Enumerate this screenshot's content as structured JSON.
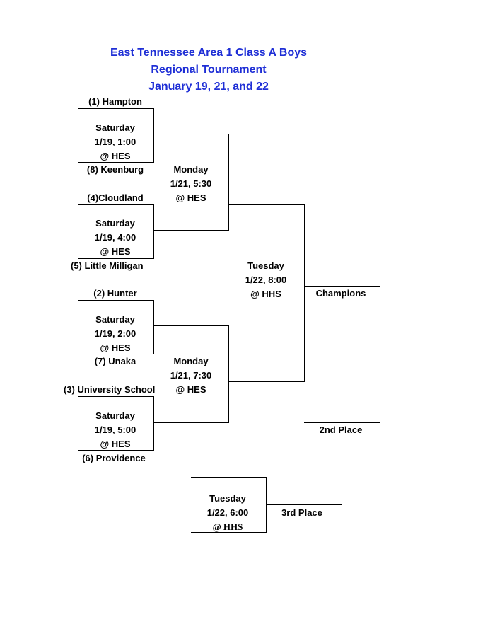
{
  "title": {
    "line1": "East Tennessee Area 1 Class A Boys",
    "line2": "Regional Tournament",
    "line3": "January 19, 21, and 22"
  },
  "colors": {
    "title": "#1f2fd6",
    "lines": "#000000"
  },
  "teams": {
    "t1": "(1) Hampton",
    "t8": "(8) Keenburg",
    "t4": "(4)Cloudland",
    "t5": "(5) Little Milligan",
    "t2": "(2) Hunter",
    "t7": "(7) Unaka",
    "t3": "(3) University School",
    "t6": "(6) Providence"
  },
  "games": {
    "r1_a": {
      "day": "Saturday",
      "time": "1/19, 1:00",
      "site": "@ HES"
    },
    "r1_b": {
      "day": "Saturday",
      "time": "1/19, 4:00",
      "site": "@ HES"
    },
    "r1_c": {
      "day": "Saturday",
      "time": "1/19, 2:00",
      "site": "@ HES"
    },
    "r1_d": {
      "day": "Saturday",
      "time": "1/19, 5:00",
      "site": "@ HES"
    },
    "semi_a": {
      "day": "Monday",
      "time": "1/21, 5:30",
      "site": "@ HES"
    },
    "semi_b": {
      "day": "Monday",
      "time": "1/21, 7:30",
      "site": "@ HES"
    },
    "final": {
      "day": "Tuesday",
      "time": "1/22, 8:00",
      "site": "@ HHS"
    },
    "third": {
      "day": "Tuesday",
      "time": "1/22, 6:00",
      "site": "@ HHS"
    }
  },
  "places": {
    "champions": "Champions",
    "second": "2nd Place",
    "third": "3rd Place"
  }
}
